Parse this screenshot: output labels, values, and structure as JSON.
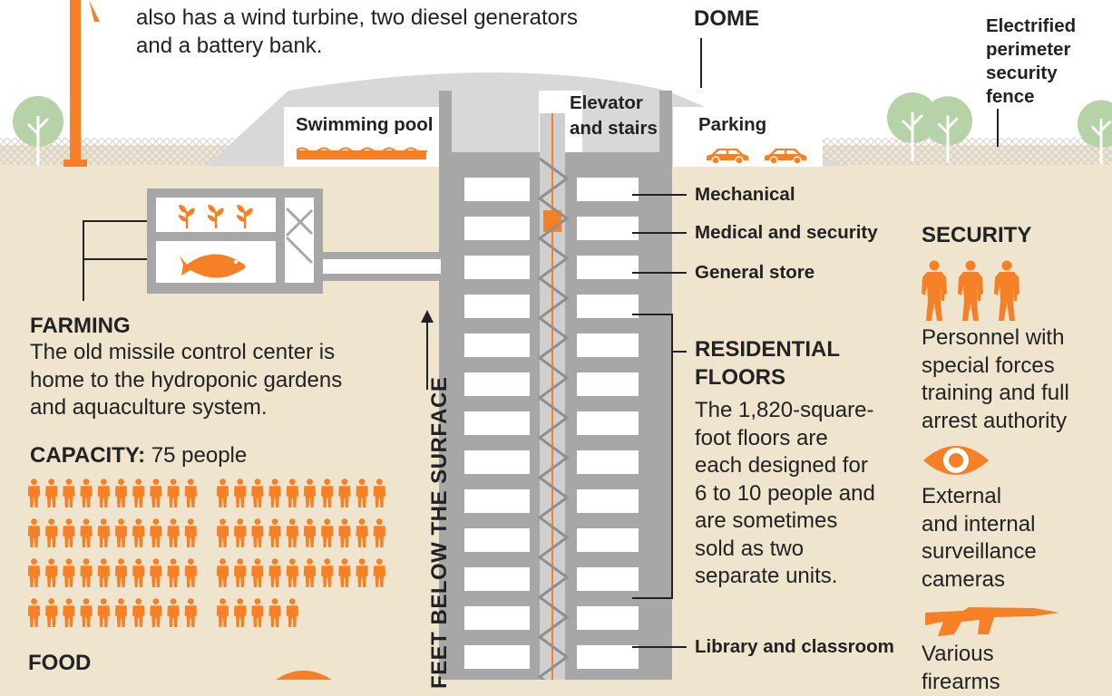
{
  "intro": {
    "line1": "also has a wind turbine, two diesel generators",
    "line2": "and a battery bank."
  },
  "dome": {
    "label": "DOME"
  },
  "fence": {
    "label": "Electrified\nperimeter\nsecurity\nfence"
  },
  "surface": {
    "swimming_pool": "Swimming pool",
    "elevator": "Elevator\nand stairs",
    "parking": "Parking"
  },
  "floors": {
    "mechanical": "Mechanical",
    "medical": "Medical and security",
    "store": "General store",
    "residential_title": "RESIDENTIAL\nFLOORS",
    "residential_body": "The 1,820-square-\nfoot floors are\neach designed for\n6 to 10 people and\nare sometimes\nsold as two\nseparate units.",
    "library": "Library and classroom"
  },
  "depth_label": "FEET BELOW THE SURFACE",
  "farming": {
    "title": "FARMING",
    "body": "The old missile control center is\nhome to the hydroponic gardens\nand aquaculture system."
  },
  "capacity": {
    "label": "CAPACITY:",
    "value": "75 people",
    "count": 75
  },
  "food": {
    "title": "FOOD"
  },
  "security": {
    "title": "SECURITY",
    "personnel": "Personnel with\nspecial forces\ntraining and full\narrest authority",
    "cameras": "External\nand internal\nsurveillance\ncameras",
    "firearms": "Various\nfirearms"
  },
  "icons": {
    "turbine": "wind-turbine-icon",
    "tree": "tree-icon",
    "car": "car-icon",
    "plant": "plant-icon",
    "fish": "fish-icon",
    "soldier": "soldier-icon",
    "eye": "eye-icon",
    "rifle": "rifle-icon",
    "person": "person-icon"
  },
  "colors": {
    "accent": "#f58025",
    "shaft": "#a7a7a7",
    "ground": "#efe4cd",
    "sky": "#ffffff",
    "ink": "#222222"
  }
}
